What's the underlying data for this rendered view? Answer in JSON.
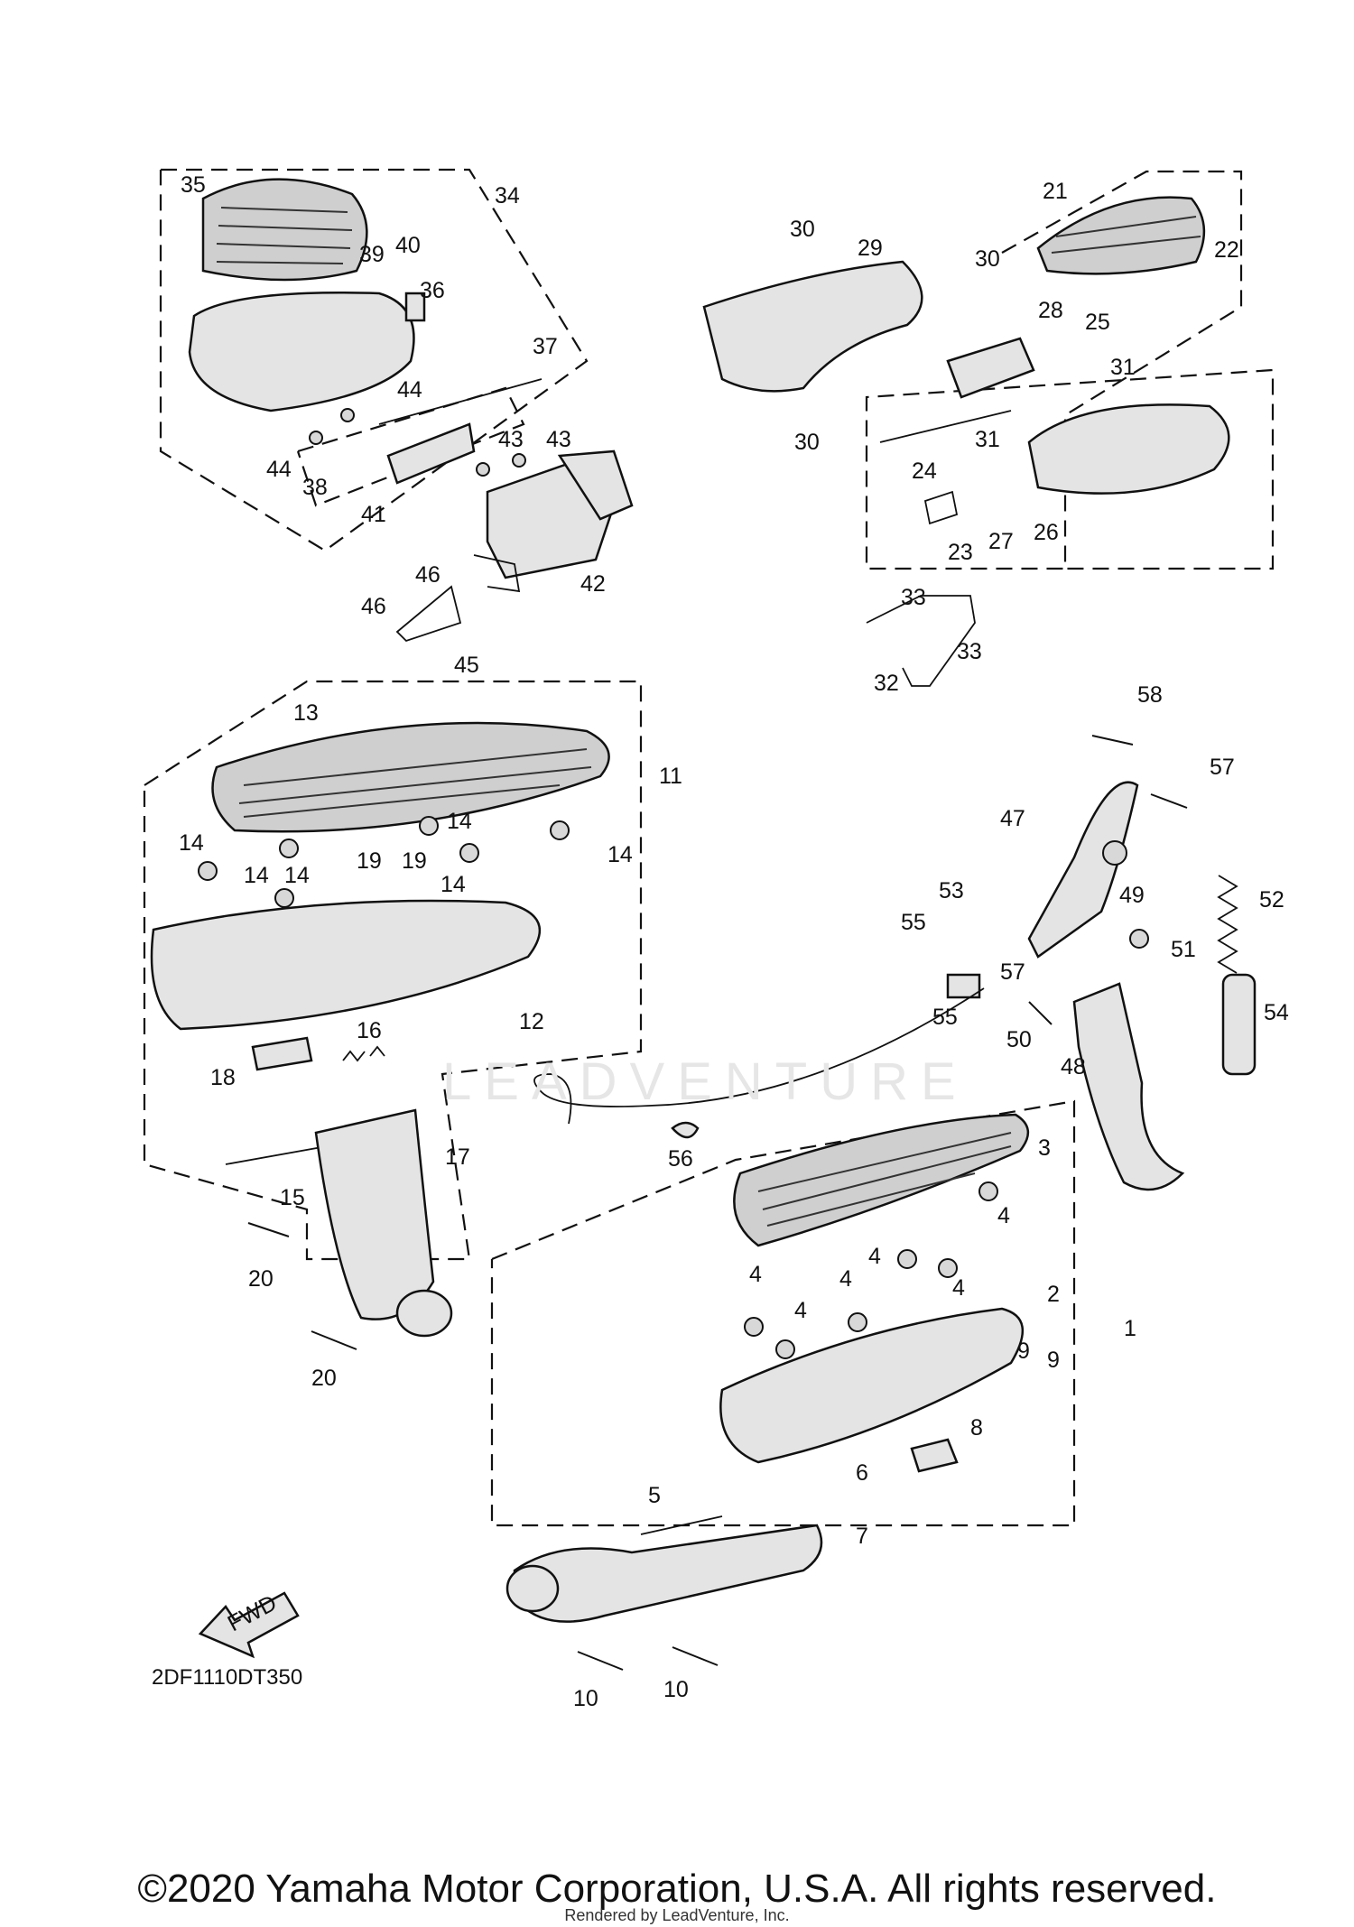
{
  "diagram": {
    "code": "2DF1110DT350",
    "forward_marker": "FWD",
    "watermark": "LEADVENTURE",
    "part_numbers": [
      "1",
      "2",
      "3",
      "4",
      "5",
      "6",
      "7",
      "8",
      "9",
      "10",
      "11",
      "12",
      "13",
      "14",
      "15",
      "16",
      "17",
      "18",
      "19",
      "20",
      "21",
      "22",
      "23",
      "24",
      "25",
      "26",
      "27",
      "28",
      "29",
      "30",
      "31",
      "32",
      "33",
      "34",
      "35",
      "36",
      "37",
      "38",
      "39",
      "40",
      "41",
      "42",
      "43",
      "44",
      "45",
      "46",
      "47",
      "48",
      "49",
      "50",
      "51",
      "52",
      "53",
      "54",
      "55",
      "56",
      "57",
      "58"
    ]
  },
  "footer": {
    "copyright": "©2020 Yamaha Motor Corporation, U.S.A. All rights reserved.",
    "rendered_by": "Rendered by LeadVenture, Inc."
  }
}
